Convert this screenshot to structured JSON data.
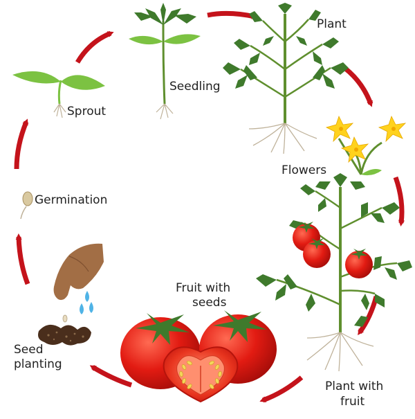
{
  "stages": {
    "sprout": "Sprout",
    "seedling": "Seedling",
    "plant": "Plant",
    "flowers": "Flowers",
    "plant_with_fruit_1": "Plant with",
    "plant_with_fruit_2": "fruit",
    "fruit_with_seeds_1": "Fruit with",
    "fruit_with_seeds_2": "seeds",
    "seed_planting_1": "Seed",
    "seed_planting_2": "planting",
    "germination": "Germination"
  },
  "colors": {
    "arrow": "#c4131b",
    "leaf": "#3f7a2c",
    "leaf_light": "#7cc242",
    "stem": "#5f8f2e",
    "root": "#bfb29a",
    "tomato": "#e21b12",
    "tomato_dark": "#a80e0a",
    "flower": "#ffd21e",
    "soil": "#4a2e1c",
    "hand": "#a26e45",
    "water": "#4fb3e6"
  },
  "icons": [
    "sprout-icon",
    "seedling-icon",
    "plant-icon",
    "flowers-icon",
    "fruiting-plant-icon",
    "tomato-icon",
    "tomato-slice-icon",
    "hand-icon",
    "water-drop-icon",
    "soil-icon",
    "germinating-seed-icon",
    "cycle-arrow-icon"
  ]
}
